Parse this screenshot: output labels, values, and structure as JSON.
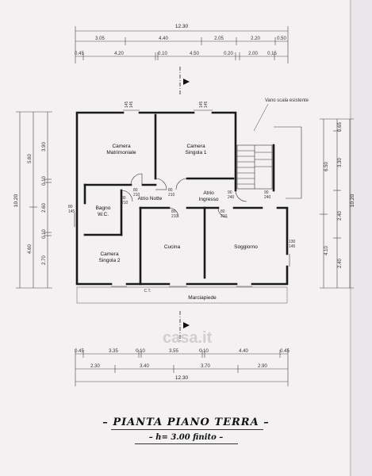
{
  "title": "PIANTA PIANO TERRA",
  "subtitle": "h= 3.00 finito",
  "watermark": "casa.it",
  "stair_label": "Vano scala esistente",
  "rooms": {
    "camera_matrimoniale": [
      "Camera",
      "Matrimoniale"
    ],
    "camera_singola_1": [
      "Camera",
      "Singola 1"
    ],
    "atrio_notte": "Atrio Notte",
    "atrio_ingresso": [
      "Atrio",
      "Ingresso"
    ],
    "bagno": [
      "Bagno",
      "W.C."
    ],
    "cucina": "Cucina",
    "soggiorno": "Soggiorno",
    "camera_singola_2": [
      "Camera",
      "Singola 2"
    ],
    "marciapiede": "Marciapiede",
    "ct": "C.T."
  },
  "dims_top": {
    "total": "12.30",
    "row1": [
      "3.05",
      "4.40",
      "2.05",
      "2.20",
      "0.50"
    ],
    "row2": [
      "0.45",
      "4.20",
      "0.10",
      "4.50",
      "0.20",
      "2.00",
      "0.15"
    ]
  },
  "dims_bottom": {
    "row1": [
      "0.45",
      "3.35",
      "0.10",
      "3.55",
      "0.10",
      "4.40",
      "0.45"
    ],
    "row2": [
      "2.30",
      "3.40",
      "3.70",
      "2.90"
    ],
    "total": "12.30"
  },
  "dims_left": {
    "total": "10.20",
    "col1": [
      "5.60",
      "4.60"
    ],
    "col2": [
      "3.90",
      "0.10",
      "2.60",
      "0.10",
      "2.70"
    ]
  },
  "dims_right": {
    "total": "10.20",
    "col1": [
      "6.50",
      "4.10"
    ],
    "col2": [
      "0.65",
      "3.30",
      "2.40",
      "2.40"
    ]
  },
  "openings": [
    "145",
    "145",
    "80",
    "210",
    "80",
    "210",
    "80",
    "210",
    "90",
    "240",
    "90",
    "240",
    "80",
    "210",
    "80",
    "210",
    "80",
    "145",
    "130",
    "145",
    "145",
    "145"
  ]
}
